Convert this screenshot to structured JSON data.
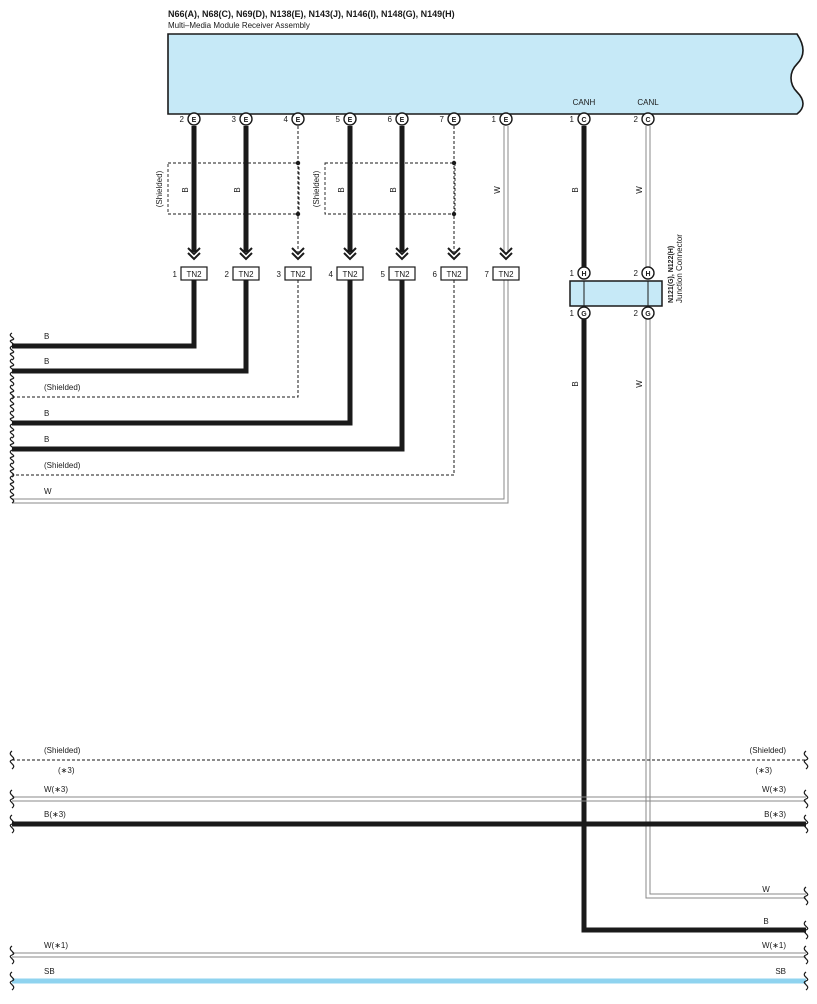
{
  "module": {
    "title": "N66(A), N68(C), N69(D), N138(E), N143(J), N146(I), N148(G), N149(H)",
    "name": "Multi–Media Module Receiver Assembly",
    "fill_color": "#c6e9f7"
  },
  "pins": [
    {
      "num": "2",
      "conn": "E",
      "signal": "",
      "wire": "B",
      "style": "thick"
    },
    {
      "num": "3",
      "conn": "E",
      "signal": "",
      "wire": "B",
      "style": "thick"
    },
    {
      "num": "4",
      "conn": "E",
      "signal": "",
      "wire": "",
      "style": "dashed"
    },
    {
      "num": "5",
      "conn": "E",
      "signal": "",
      "wire": "B",
      "style": "thick"
    },
    {
      "num": "6",
      "conn": "E",
      "signal": "",
      "wire": "B",
      "style": "thick"
    },
    {
      "num": "7",
      "conn": "E",
      "signal": "",
      "wire": "",
      "style": "dashed"
    },
    {
      "num": "1",
      "conn": "E",
      "signal": "",
      "wire": "W",
      "style": "thin"
    },
    {
      "num": "1",
      "conn": "C",
      "signal": "CANH",
      "wire": "B",
      "style": "thick"
    },
    {
      "num": "2",
      "conn": "C",
      "signal": "CANL",
      "wire": "W",
      "style": "thin"
    }
  ],
  "shield_label": "(Shielded)",
  "tn_connector": {
    "name": "TN2",
    "pins": [
      "1",
      "2",
      "3",
      "4",
      "5",
      "6",
      "7"
    ]
  },
  "junction": {
    "title": "N121(G), N122(H)",
    "name": "Junction Connector",
    "top_pins": [
      {
        "num": "1",
        "conn": "H"
      },
      {
        "num": "2",
        "conn": "H"
      }
    ],
    "bottom_pins": [
      {
        "num": "1",
        "conn": "G"
      },
      {
        "num": "2",
        "conn": "G"
      }
    ],
    "wire_left": "B",
    "wire_right": "W",
    "fill_color": "#c6e9f7"
  },
  "left_wires": [
    {
      "label": "B",
      "style": "thick"
    },
    {
      "label": "B",
      "style": "thick"
    },
    {
      "label": "(Shielded)",
      "style": "dashed"
    },
    {
      "label": "B",
      "style": "thick"
    },
    {
      "label": "B",
      "style": "thick"
    },
    {
      "label": "(Shielded)",
      "style": "dashed"
    },
    {
      "label": "W",
      "style": "thin"
    }
  ],
  "right_exit_wires": [
    {
      "label": "W",
      "style": "thin"
    },
    {
      "label": "B",
      "style": "thick"
    }
  ],
  "bus_wires": [
    {
      "label": "(Shielded)",
      "note": "(∗3)",
      "style": "dashed"
    },
    {
      "label": "W(∗3)",
      "note": "",
      "style": "thin"
    },
    {
      "label": "B(∗3)",
      "note": "",
      "style": "thick"
    },
    {
      "label": "W(∗1)",
      "note": "",
      "style": "thin"
    },
    {
      "label": "SB",
      "note": "",
      "style": "skyblue"
    }
  ],
  "colors": {
    "wire": "#1a1a1a",
    "thin_wire": "#888888",
    "sky_blue_wire": "#8fd3ef"
  }
}
